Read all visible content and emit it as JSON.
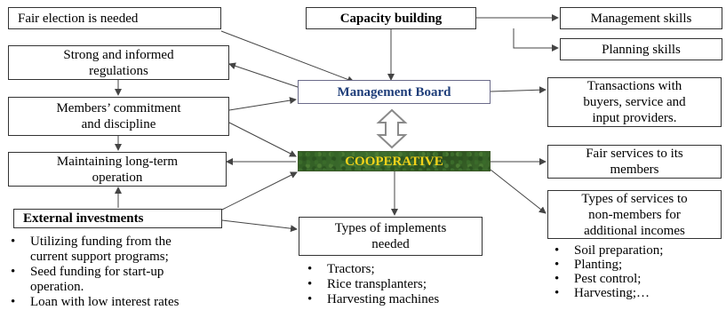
{
  "nodes": {
    "fair_election": "Fair election is needed",
    "capacity_building": "Capacity building",
    "management_skills": "Management skills",
    "planning_skills": "Planning skills",
    "strong_regulations": [
      "Strong and informed",
      "regulations"
    ],
    "members_commitment": [
      "Members’ commitment",
      "and discipline"
    ],
    "maintaining_operation": [
      "Maintaining long-term",
      "operation"
    ],
    "external_investments": "External investments",
    "management_board": "Management Board",
    "cooperative": "COOPERATIVE",
    "transactions": [
      "Transactions with",
      "buyers, service and",
      "input providers."
    ],
    "fair_services": [
      "Fair services to its",
      "members"
    ],
    "non_member_services": [
      "Types of services to",
      "non-members for",
      "additional incomes"
    ],
    "implements_needed": [
      "Types of implements",
      "needed"
    ]
  },
  "lists": {
    "investments": [
      [
        "Utilizing  funding from the",
        "current support programs;"
      ],
      [
        "Seed funding for start-up",
        "operation."
      ],
      [
        "Loan with low interest rates"
      ]
    ],
    "implements": [
      "Tractors;",
      "Rice transplanters;",
      "Harvesting machines"
    ],
    "services": [
      "Soil preparation;",
      "Planting;",
      "Pest control;",
      "Harvesting;…"
    ]
  },
  "colors": {
    "management_board_text": "#1f3e7a",
    "cooperative_text": "#f2d21a",
    "cooperative_fill": "#2f5a22"
  },
  "icons": {
    "double_arrow": "hollow-vertical-double-arrow"
  }
}
